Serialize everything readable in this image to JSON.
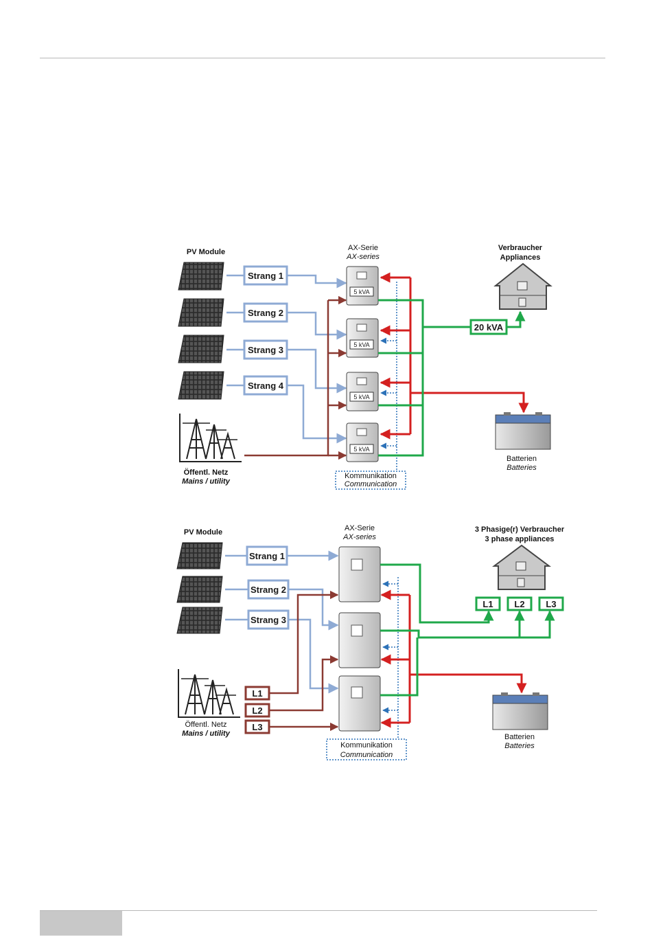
{
  "colors": {
    "pv": "#8eaad4",
    "mains": "#8b3a32",
    "ac_out": "#1fa84a",
    "battery": "#d42020",
    "comm": "#2d72b8"
  },
  "diagram1": {
    "pv_title": "PV Module",
    "strings": [
      "Strang 1",
      "Strang 2",
      "Strang 3",
      "Strang 4"
    ],
    "inverter_title_de": "AX-Serie",
    "inverter_title_en": "AX-series",
    "inverter_ratings": [
      "5 kVA",
      "5 kVA",
      "5 kVA",
      "5 kVA"
    ],
    "load_title_de": "Verbraucher",
    "load_title_en": "Appliances",
    "total_power": "20 kVA",
    "battery_de": "Batterien",
    "battery_en": "Batteries",
    "grid_de": "Öffentl. Netz",
    "grid_en": "Mains / utility",
    "comm_de": "Kommunikation",
    "comm_en": "Communication"
  },
  "diagram2": {
    "pv_title": "PV Module",
    "strings": [
      "Strang 1",
      "Strang 2",
      "Strang 3"
    ],
    "inverter_title_de": "AX-Serie",
    "inverter_title_en": "AX-series",
    "load_title_de": "3 Phasige(r) Verbraucher",
    "load_title_en": "3 phase appliances",
    "load_phases": [
      "L1",
      "L2",
      "L3"
    ],
    "grid_phases": [
      "L1",
      "L2",
      "L3"
    ],
    "battery_de": "Batterien",
    "battery_en": "Batteries",
    "grid_de": "Öffentl. Netz",
    "grid_en": "Mains / utility",
    "comm_de": "Kommunikation",
    "comm_en": "Communication"
  },
  "icons": [
    "solar-panel-icon",
    "power-pylon-icon",
    "inverter-icon",
    "house-icon",
    "battery-icon"
  ]
}
